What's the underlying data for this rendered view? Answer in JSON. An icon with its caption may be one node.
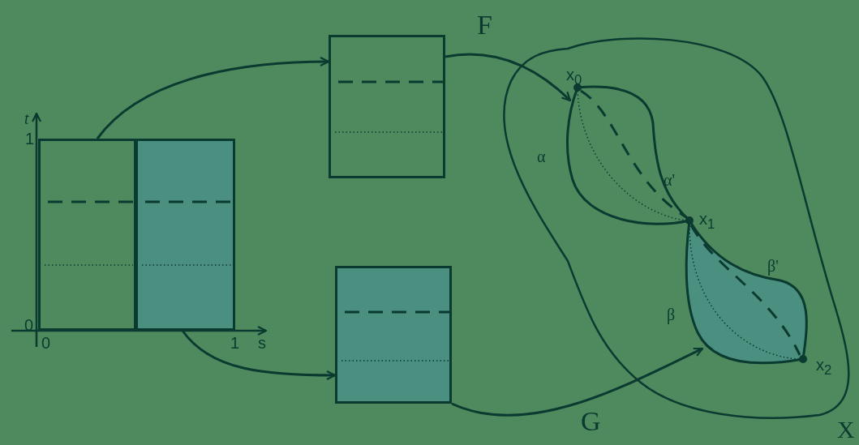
{
  "diagram": {
    "nodes": [
      {
        "text": [],
        "shape": "box"
      },
      {
        "text": [],
        "shape": "box"
      },
      {
        "text": [],
        "shape": "box"
      },
      {
        "text": [],
        "shape": "box"
      },
      {
        "text": [
          "X"
        ]
      },
      {
        "text": [],
        "shape": "lobe",
        "in": 4
      },
      {
        "text": [],
        "shape": "lobe",
        "in": 4
      }
    ],
    "edges": [
      {
        "from": 0,
        "to": 2,
        "arrow": "to"
      },
      {
        "from": 1,
        "to": 3,
        "arrow": "to"
      },
      {
        "from": 2,
        "to": 5,
        "arrow": "to",
        "label": "F"
      },
      {
        "from": 3,
        "to": 6,
        "arrow": "to",
        "label": "G"
      }
    ],
    "labels": [
      "t",
      "1",
      "x$_{0}$",
      "α",
      "α'",
      "x$_{1}$",
      "β'",
      "β",
      "0",
      "0",
      "1",
      "s",
      "x$_{2}$"
    ]
  }
}
